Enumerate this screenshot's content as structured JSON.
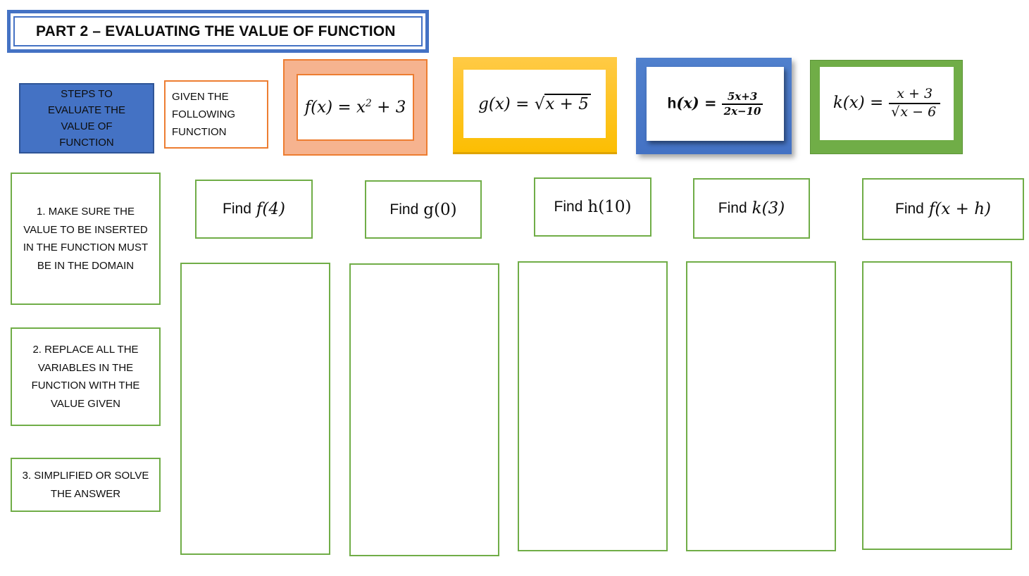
{
  "title": "PART 2 – EVALUATING THE VALUE OF FUNCTION",
  "header": {
    "steps_label": {
      "lines": [
        "STEPS TO",
        "EVALUATE THE",
        "VALUE OF",
        "FUNCTION"
      ]
    },
    "given_label": {
      "lines": [
        "GIVEN THE",
        "FOLLOWING",
        "FUNCTION"
      ]
    }
  },
  "functions": {
    "f": {
      "lhs": "f(x) = x",
      "sup": "2",
      "rest": " + 3"
    },
    "g": {
      "lhs": "g(x) = ",
      "radical": "√",
      "radicand": "x + 5"
    },
    "h": {
      "name": "h",
      "args": "(x) =",
      "num": "5x+3",
      "den": "2x−10"
    },
    "k": {
      "lhs": "k(x) =",
      "num": "x + 3",
      "radical": "√",
      "radicand": "x − 6"
    }
  },
  "steps": [
    {
      "text": "1.  MAKE SURE THE VALUE TO BE INSERTED IN THE FUNCTION MUST BE IN THE DOMAIN"
    },
    {
      "text": "2.  REPLACE ALL THE VARIABLES IN THE FUNCTION WITH THE VALUE GIVEN"
    },
    {
      "text": "3.  SIMPLIFIED OR SOLVE THE ANSWER"
    }
  ],
  "find_row": [
    {
      "prefix": "Find",
      "expr": "f(4)"
    },
    {
      "prefix": "Find",
      "expr": "g(0)"
    },
    {
      "prefix": "Find",
      "expr": "h(10)"
    },
    {
      "prefix": "Find",
      "expr": "k(3)"
    },
    {
      "prefix": "Find",
      "expr": "f(x + h)"
    }
  ],
  "colors": {
    "accent_blue": "#4472C4",
    "accent_blue_dark": "#2F5597",
    "accent_orange": "#ED7D31",
    "salmon_fill": "#F6B38F",
    "accent_gold": "#FFC000",
    "accent_green": "#70AD47",
    "green_dark": "#5E9639",
    "text": "#0d0d0d",
    "background": "#ffffff"
  }
}
